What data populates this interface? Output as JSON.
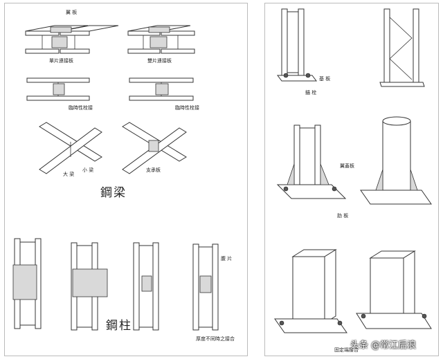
{
  "left": {
    "beams": {
      "cover_plate": "翼 板",
      "single_splice": "單片連接板",
      "double_splice": "雙片連接板",
      "temp_bolt_1": "臨時性栓接",
      "temp_bolt_2": "臨時性栓接",
      "big_beam": "大 梁",
      "small_beam": "小 梁",
      "support_plate": "支承板",
      "title": "鋼梁"
    },
    "columns": {
      "web_plate": "腹 片",
      "thickness_splice": "厚度不同時之接合",
      "title": "鋼柱"
    }
  },
  "right": {
    "base_plate": "基 板",
    "anchor_bolt": "錨 栓",
    "wing_plate": "翼蓋板",
    "rib_plate": "肋 板",
    "fixed_base": "固定端接合"
  },
  "watermark": "头条 @常江后浪"
}
